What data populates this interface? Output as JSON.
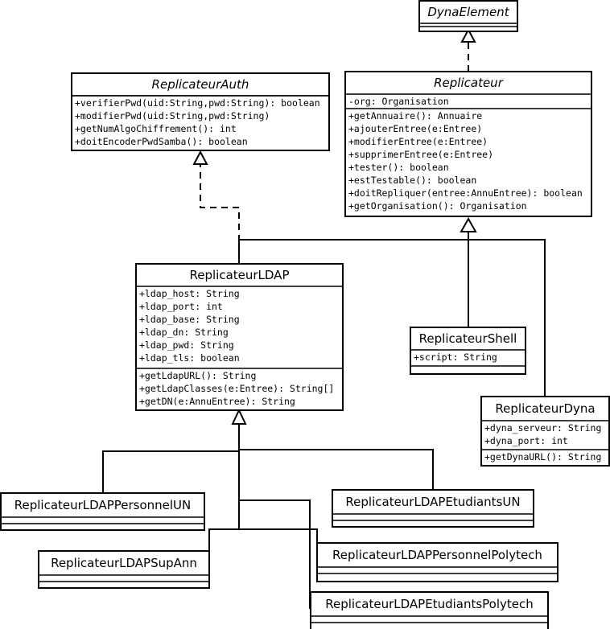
{
  "classes": {
    "dyna_element": {
      "name": "DynaElement",
      "abstract": true,
      "attributes": [],
      "methods": []
    },
    "replicateur": {
      "name": "Replicateur",
      "abstract": true,
      "attributes": [
        "-org: Organisation"
      ],
      "methods": [
        "+getAnnuaire(): Annuaire",
        "+ajouterEntree(e:Entree)",
        "+modifierEntree(e:Entree)",
        "+supprimerEntree(e:Entree)",
        "+tester(): boolean",
        "+estTestable(): boolean",
        "+doitRepliquer(entree:AnnuEntree): boolean",
        "+getOrganisation(): Organisation"
      ]
    },
    "replicateur_auth": {
      "name": "ReplicateurAuth",
      "abstract": true,
      "attributes": [],
      "methods": [
        "+verifierPwd(uid:String,pwd:String): boolean",
        "+modifierPwd(uid:String,pwd:String)",
        "+getNumAlgoChiffrement(): int",
        "+doitEncoderPwdSamba(): boolean"
      ]
    },
    "replicateur_ldap": {
      "name": "ReplicateurLDAP",
      "abstract": false,
      "attributes": [
        "+ldap_host: String",
        "+ldap_port: int",
        "+ldap_base: String",
        "+ldap_dn: String",
        "+ldap_pwd: String",
        "+ldap_tls: boolean"
      ],
      "methods": [
        "+getLdapURL(): String",
        "+getLdapClasses(e:Entree): String[]",
        "+getDN(e:AnnuEntree): String"
      ]
    },
    "replicateur_shell": {
      "name": "ReplicateurShell",
      "abstract": false,
      "attributes": [
        "+script: String"
      ],
      "methods": []
    },
    "replicateur_dyna": {
      "name": "ReplicateurDyna",
      "abstract": false,
      "attributes": [
        "+dyna_serveur: String",
        "+dyna_port: int"
      ],
      "methods": [
        "+getDynaURL(): String"
      ]
    },
    "ldap_personnel_un": {
      "name": "ReplicateurLDAPPersonnelUN",
      "abstract": false,
      "attributes": [],
      "methods": []
    },
    "ldap_etudiants_un": {
      "name": "ReplicateurLDAPEtudiantsUN",
      "abstract": false,
      "attributes": [],
      "methods": []
    },
    "ldap_sup_ann": {
      "name": "ReplicateurLDAPSupAnn",
      "abstract": false,
      "attributes": [],
      "methods": []
    },
    "ldap_personnel_polytech": {
      "name": "ReplicateurLDAPPersonnelPolytech",
      "abstract": false,
      "attributes": [],
      "methods": []
    },
    "ldap_etudiants_polytech": {
      "name": "ReplicateurLDAPEtudiantsPolytech",
      "abstract": false,
      "attributes": [],
      "methods": []
    }
  },
  "relations": [
    {
      "from": "replicateur",
      "to": "dyna_element",
      "kind": "realization"
    },
    {
      "from": "replicateur_ldap",
      "to": "replicateur_auth",
      "kind": "realization"
    },
    {
      "from": "replicateur_ldap",
      "to": "replicateur",
      "kind": "generalization"
    },
    {
      "from": "replicateur_shell",
      "to": "replicateur",
      "kind": "generalization"
    },
    {
      "from": "replicateur_dyna",
      "to": "replicateur",
      "kind": "generalization"
    },
    {
      "from": "ldap_personnel_un",
      "to": "replicateur_ldap",
      "kind": "generalization"
    },
    {
      "from": "ldap_etudiants_un",
      "to": "replicateur_ldap",
      "kind": "generalization"
    },
    {
      "from": "ldap_sup_ann",
      "to": "replicateur_ldap",
      "kind": "generalization"
    },
    {
      "from": "ldap_personnel_polytech",
      "to": "replicateur_ldap",
      "kind": "generalization"
    },
    {
      "from": "ldap_etudiants_polytech",
      "to": "replicateur_ldap",
      "kind": "generalization"
    }
  ]
}
